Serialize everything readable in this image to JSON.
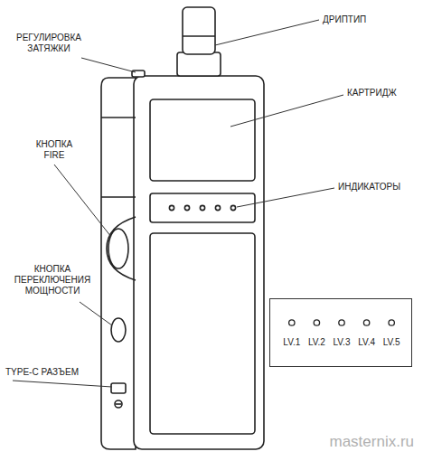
{
  "diagram": {
    "nodes": [
      {
        "text": [
          "LV.1",
          "LV.2",
          "LV.3",
          "LV.4",
          "LV.5"
        ]
      }
    ],
    "labels": [
      "ДРИПТИП",
      "РЕГУЛИРОВКА ЗАТЯЖКИ",
      "КАРТРИДЖ",
      "КНОПКА FIRE",
      "ИНДИКАТОРЫ",
      "КНОПКА ПЕРЕКЛЮЧЕНИЯ МОЩНОСТИ",
      "TYPE-C РАЗЪЕМ",
      "masternix.ru"
    ]
  }
}
